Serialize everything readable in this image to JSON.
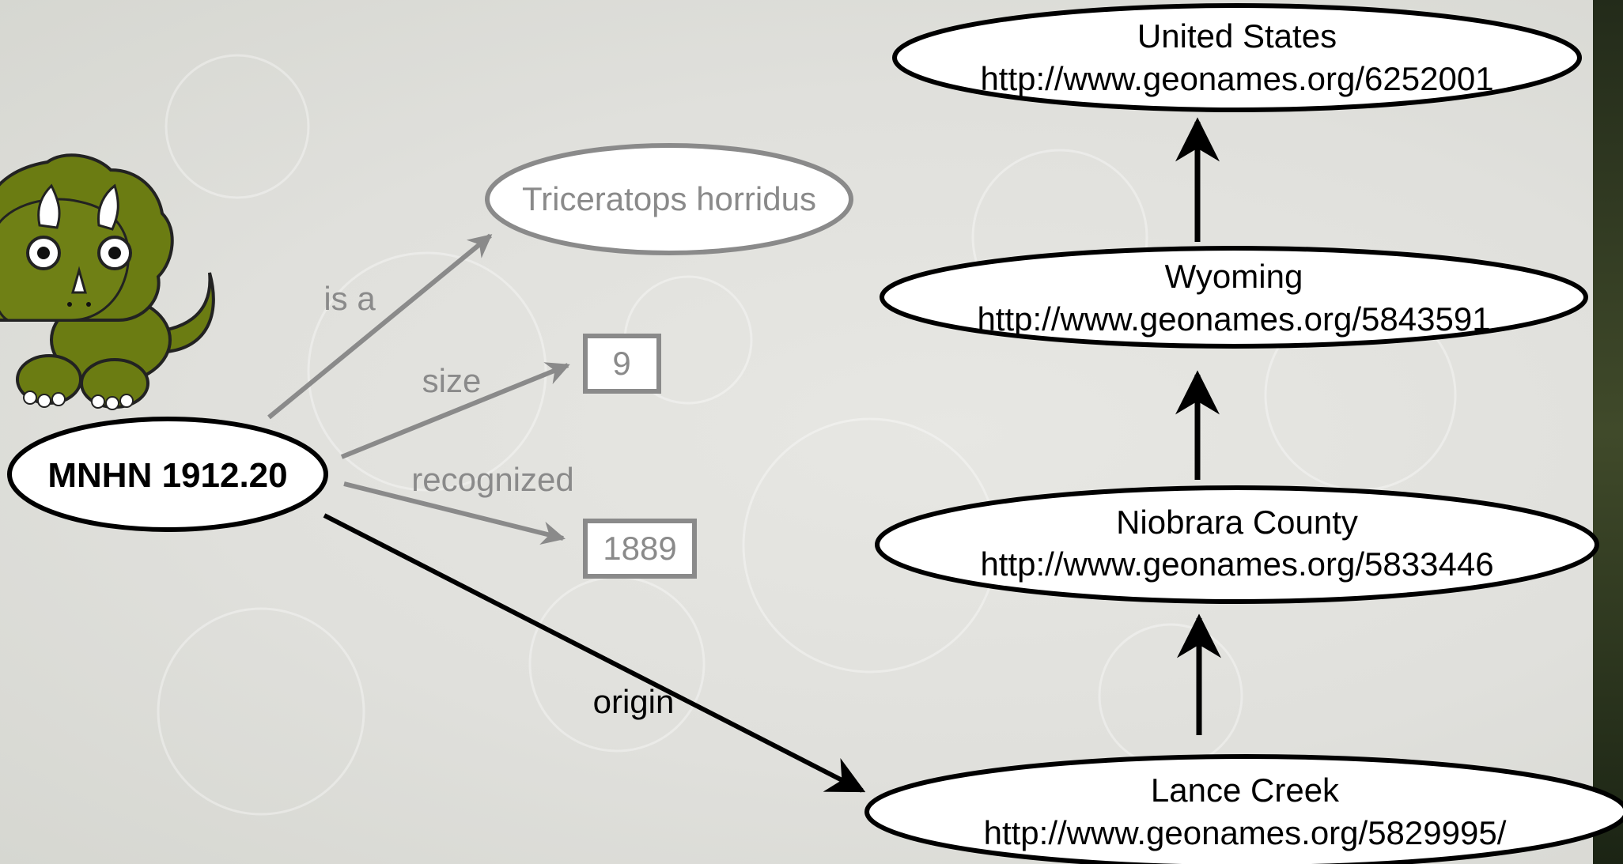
{
  "diagram": {
    "subject": {
      "label": "MNHN 1912.20"
    },
    "literals": [
      {
        "id": "species",
        "label": "Triceratops horridus",
        "edge": "is a"
      },
      {
        "id": "size",
        "label": "9",
        "edge": "size"
      },
      {
        "id": "recognized",
        "label": "1889",
        "edge": "recognized"
      }
    ],
    "origin_edge": "origin",
    "places": [
      {
        "name": "Lance Creek",
        "uri": "http://www.geonames.org/5829995/"
      },
      {
        "name": "Niobrara County",
        "uri": "http://www.geonames.org/5833446"
      },
      {
        "name": "Wyoming",
        "uri": "http://www.geonames.org/5843591"
      },
      {
        "name": "United States",
        "uri": "http://www.geonames.org/6252001"
      }
    ]
  },
  "colors": {
    "grey_stroke": "#8a8a8a",
    "black_stroke": "#000000",
    "dino_green": "#6b7c12",
    "dino_dark": "#3a4a06"
  },
  "icons": [
    "triceratops-mascot-icon"
  ]
}
